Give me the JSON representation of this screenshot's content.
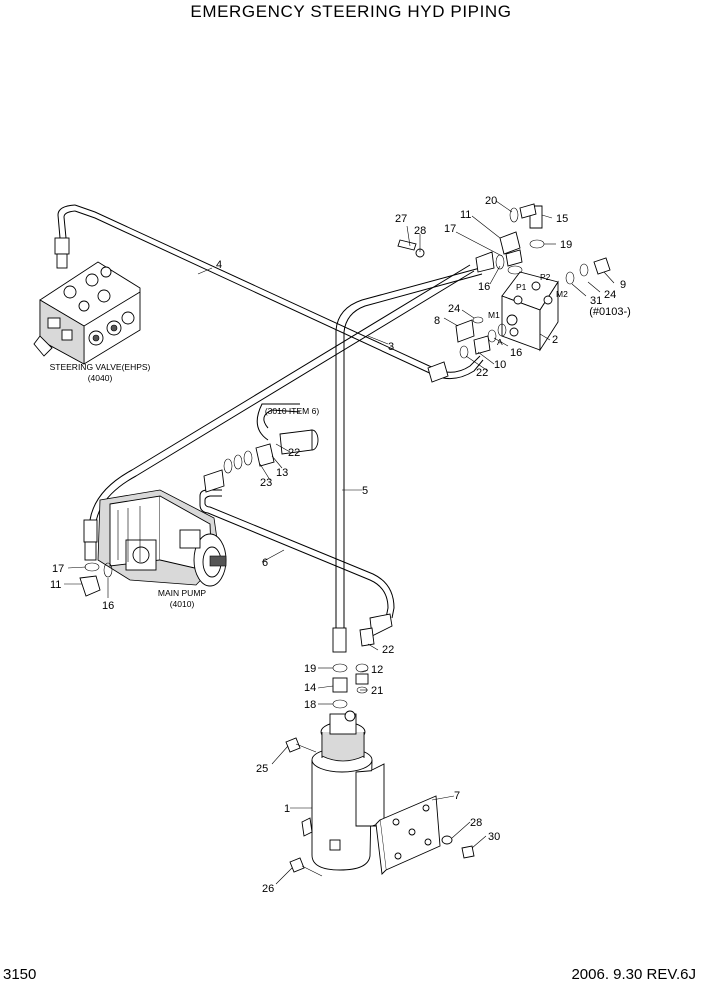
{
  "header": {
    "title": "EMERGENCY STEERING HYD PIPING"
  },
  "footer": {
    "page": "3150",
    "revision": "2006. 9.30  REV.6J"
  },
  "captions": {
    "steering_valve": "STEERING VALVE(EHPS)",
    "steering_valve_ref": "(4040)",
    "main_pump": "MAIN PUMP",
    "main_pump_ref": "(4010)",
    "item_ref": "(3010 ITEM 6)",
    "serial_ref": "(#0103-)"
  },
  "port_labels": {
    "p1": "P1",
    "p2": "P2",
    "m1": "M1",
    "m2": "M2",
    "a": "A"
  },
  "callouts": {
    "n1": "1",
    "n2": "2",
    "n3": "3",
    "n4": "4",
    "n5": "5",
    "n6": "6",
    "n7": "7",
    "n8": "8",
    "n9": "9",
    "n10": "10",
    "n11a": "11",
    "n11b": "11",
    "n12": "12",
    "n13": "13",
    "n14": "14",
    "n15": "15",
    "n16a": "16",
    "n16b": "16",
    "n16c": "16",
    "n17a": "17",
    "n17b": "17",
    "n18": "18",
    "n19a": "19",
    "n19b": "19",
    "n20": "20",
    "n21": "21",
    "n22a": "22",
    "n22b": "22",
    "n22c": "22",
    "n23": "23",
    "n24a": "24",
    "n24b": "24",
    "n25": "25",
    "n26": "26",
    "n27": "27",
    "n28a": "28",
    "n28b": "28",
    "n30": "30",
    "n31": "31"
  }
}
